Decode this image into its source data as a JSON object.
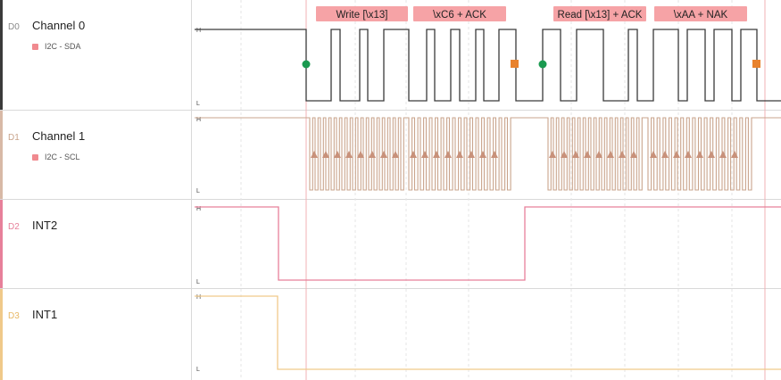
{
  "channels": [
    {
      "id": "D0",
      "name": "Channel 0",
      "analyzer": "I2C - SDA",
      "color": "#3a3a3a",
      "level_high": "H",
      "level_low": "L"
    },
    {
      "id": "D1",
      "name": "Channel 1",
      "analyzer": "I2C - SCL",
      "color": "#c9a48c",
      "level_high": "H",
      "level_low": "L"
    },
    {
      "id": "D2",
      "name": "INT2",
      "analyzer": "",
      "color": "#e7809a",
      "level_high": "H",
      "level_low": "L"
    },
    {
      "id": "D3",
      "name": "INT1",
      "analyzer": "",
      "color": "#f0c98a",
      "level_high": "H",
      "level_low": "L"
    }
  ],
  "annotations": [
    {
      "label": "Write [\\x13]"
    },
    {
      "label": "\\xC6 + ACK"
    },
    {
      "label": "Read [\\x13] + ACK"
    },
    {
      "label": "\\xAA + NAK"
    }
  ],
  "colors": {
    "annotation_fill": "#f6a3a6",
    "start_marker": "#1a9a50",
    "stop_marker": "#e8822d",
    "clock_arrow": "#c8917a",
    "grid": "#e6e6e6",
    "marker_line": "#f1b1b5"
  }
}
